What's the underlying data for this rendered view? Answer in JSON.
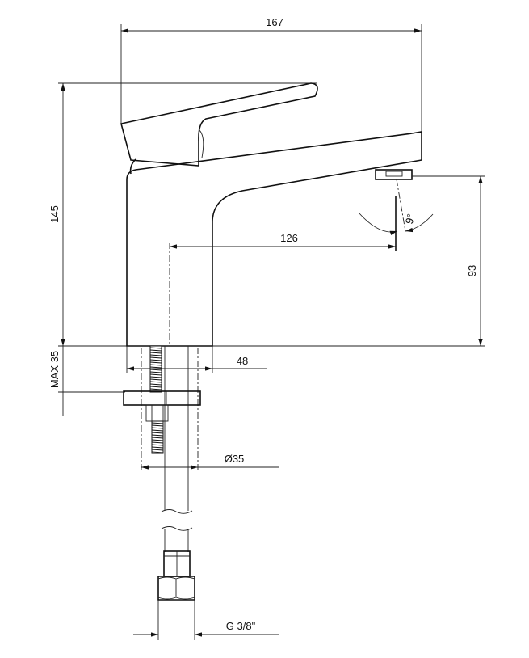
{
  "drawing": {
    "title": "Faucet technical drawing",
    "dimensions": {
      "overall_length": "167",
      "overall_height": "145",
      "spout_reach": "126",
      "spout_height": "93",
      "max_deck_thickness": "MAX 35",
      "base_diameter": "48",
      "hole_diameter": "Ø35",
      "connection_thread": "G 3/8\"",
      "jet_angle": "9°"
    }
  }
}
